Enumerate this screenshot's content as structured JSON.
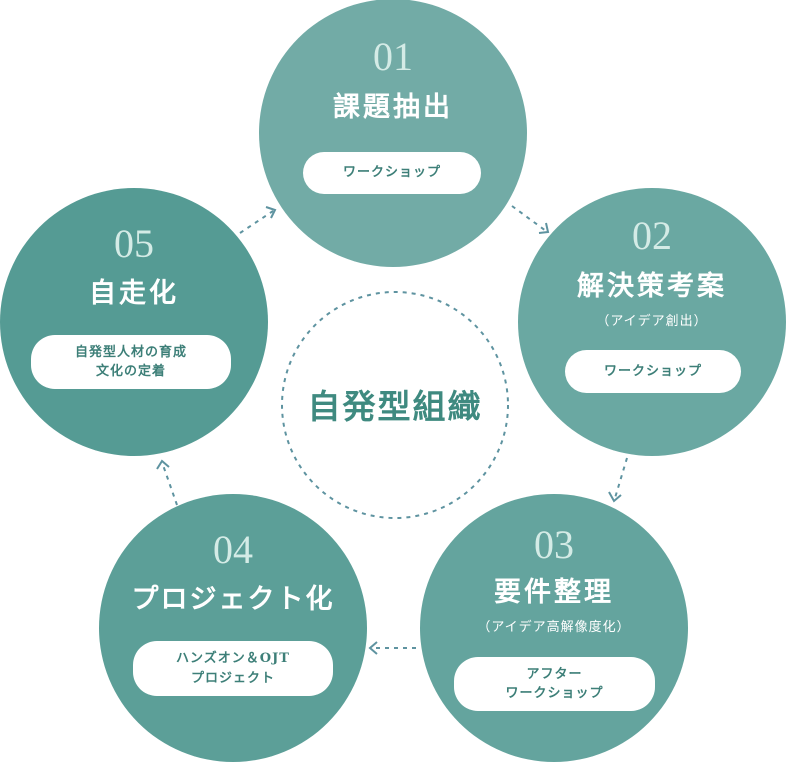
{
  "center": {
    "label": "自発型組織"
  },
  "steps": [
    {
      "number": "01",
      "title": "課題抽出",
      "subtitle": "",
      "pill": [
        "ワークショップ"
      ],
      "color": "#72aba6"
    },
    {
      "number": "02",
      "title": "解決策考案",
      "subtitle": "（アイデア創出）",
      "pill": [
        "ワークショップ"
      ],
      "color": "#6aa8a2"
    },
    {
      "number": "03",
      "title": "要件整理",
      "subtitle": "（アイデア高解像度化）",
      "pill": [
        "アフター",
        "ワークショップ"
      ],
      "color": "#64a49e"
    },
    {
      "number": "04",
      "title": "プロジェクト化",
      "subtitle": "",
      "pill": [
        "ハンズオン＆OJT",
        "プロジェクト"
      ],
      "color": "#5c9f98"
    },
    {
      "number": "05",
      "title": "自走化",
      "subtitle": "",
      "pill": [
        "自発型人材の育成",
        "文化の定着"
      ],
      "color": "#559b94"
    }
  ],
  "arrow_color": "#5e93a0"
}
